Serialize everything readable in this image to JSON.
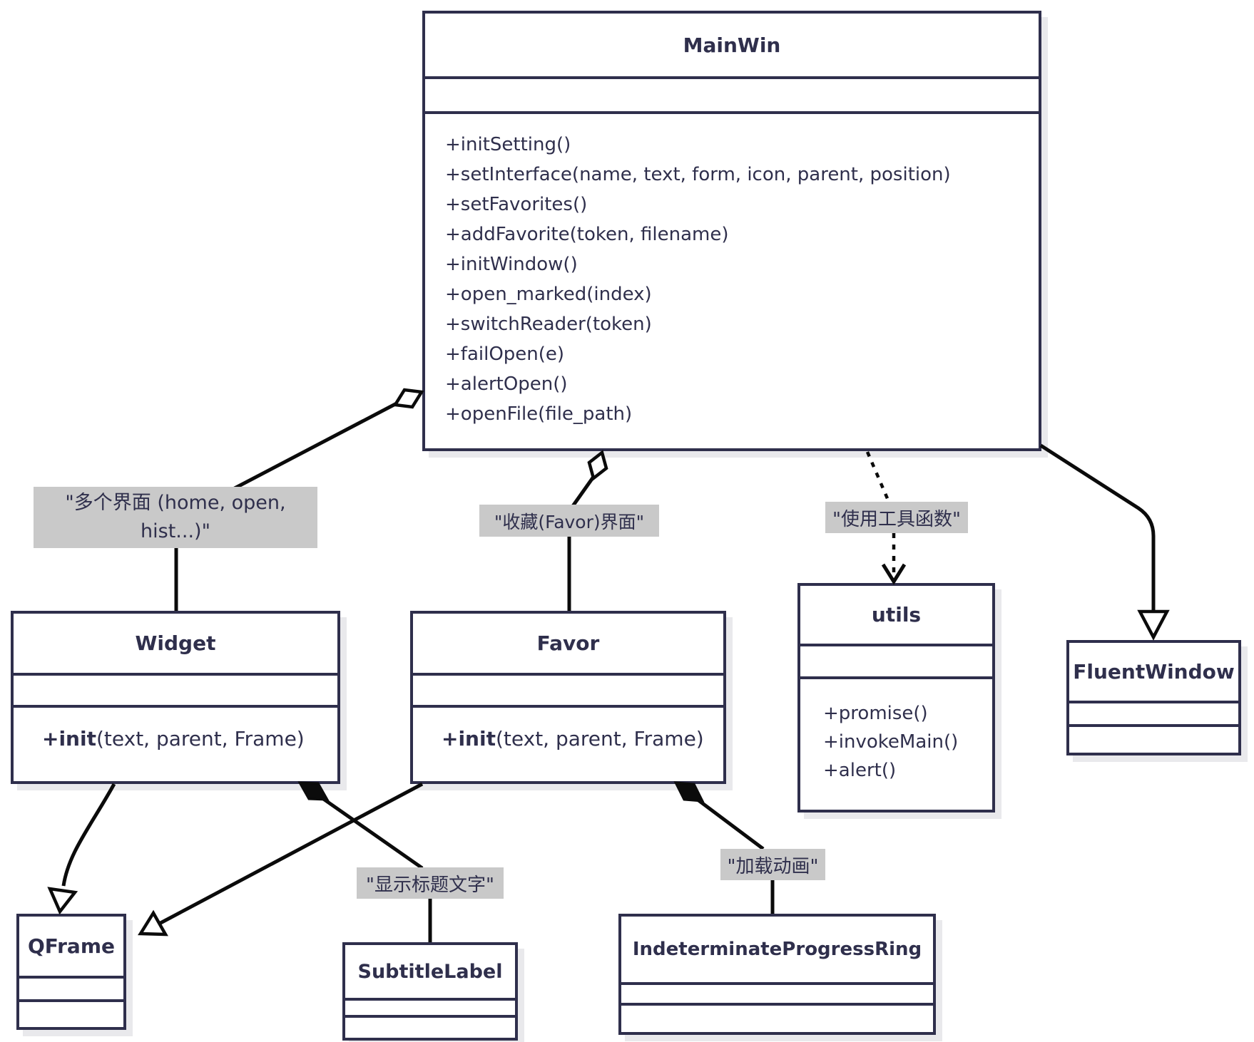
{
  "diagram": {
    "classes": {
      "mainwin": {
        "name": "MainWin",
        "methods": [
          "+initSetting()",
          "+setInterface(name, text, form, icon, parent, position)",
          "+setFavorites()",
          "+addFavorite(token, filename)",
          "+initWindow()",
          "+open_marked(index)",
          "+switchReader(token)",
          "+failOpen(e)",
          "+alertOpen()",
          "+openFile(file_path)"
        ]
      },
      "widget": {
        "name": "Widget",
        "method_bold": "+init",
        "method_rest": "(text, parent, Frame)"
      },
      "favor": {
        "name": "Favor",
        "method_bold": "+init",
        "method_rest": "(text, parent, Frame)"
      },
      "utils": {
        "name": "utils",
        "methods": [
          "+promise()",
          "+invokeMain()",
          "+alert()"
        ]
      },
      "fluentwindow": {
        "name": "FluentWindow"
      },
      "qframe": {
        "name": "QFrame"
      },
      "subtitlelabel": {
        "name": "SubtitleLabel"
      },
      "progressring": {
        "name": "IndeterminateProgressRing"
      }
    },
    "edge_labels": {
      "widget_note_line1": "\"多个界面 (home, open,",
      "widget_note_line2": "hist...)\"",
      "favor_note": "\"收藏(Favor)界面\"",
      "utils_note": "\"使用工具函数\"",
      "subtitle_note": "\"显示标题文字\"",
      "progress_note": "\"加载动画\""
    },
    "colors": {
      "box_border": "#2f2f4c",
      "text": "#2f2f4c",
      "label_bg": "#c9c9c9",
      "line": "#0b0b0b",
      "shadow": "#e9e9ec",
      "background": "#ffffff"
    }
  }
}
